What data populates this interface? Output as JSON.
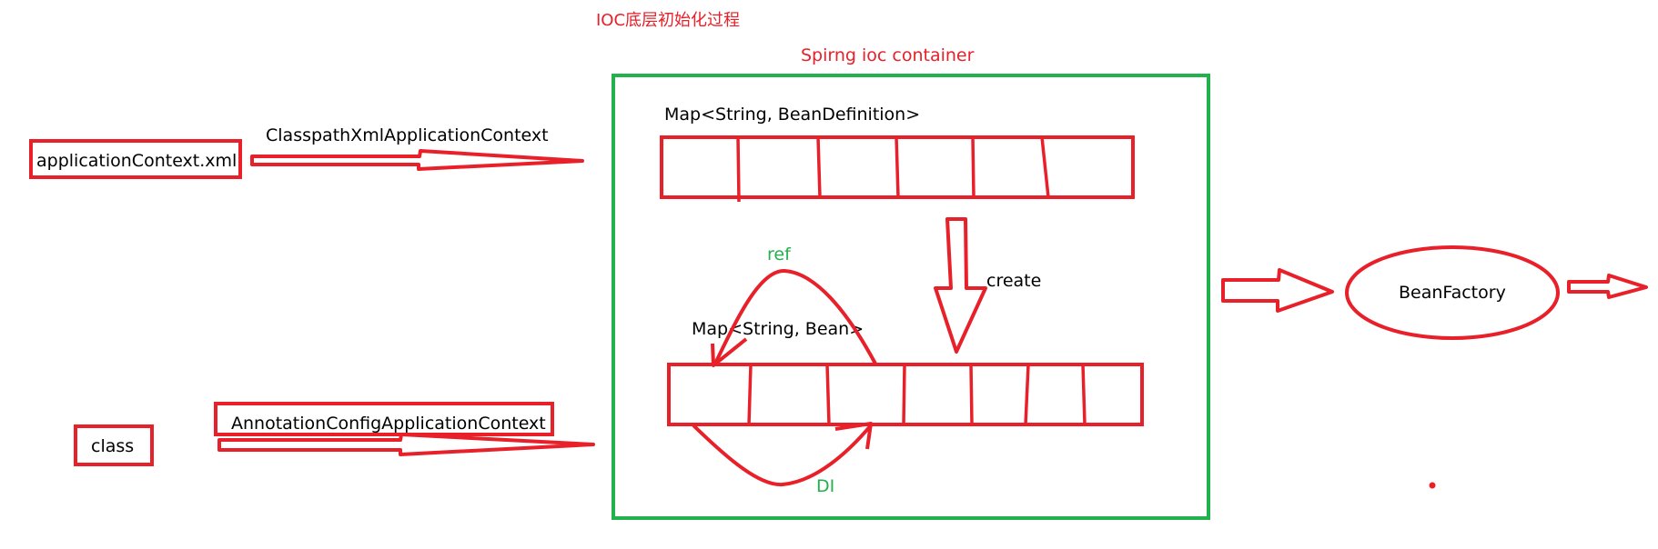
{
  "title": "IOC底层初始化过程",
  "container": {
    "label": "Spirng ioc container",
    "bean_definition_map_label": "Map<String, BeanDefinition>",
    "bean_map_label": "Map<String, Bean>",
    "create_label": "create",
    "ref_label": "ref",
    "di_label": "DI"
  },
  "inputs": {
    "xml_box": "applicationContext.xml",
    "xml_context": "ClasspathXmlApplicationContext",
    "class_box": "class",
    "annotation_context": "AnnotationConfigApplicationContext"
  },
  "output": {
    "bean_factory": "BeanFactory"
  },
  "colors": {
    "red": "#e8202a",
    "green": "#22b14c",
    "black": "#000000"
  }
}
